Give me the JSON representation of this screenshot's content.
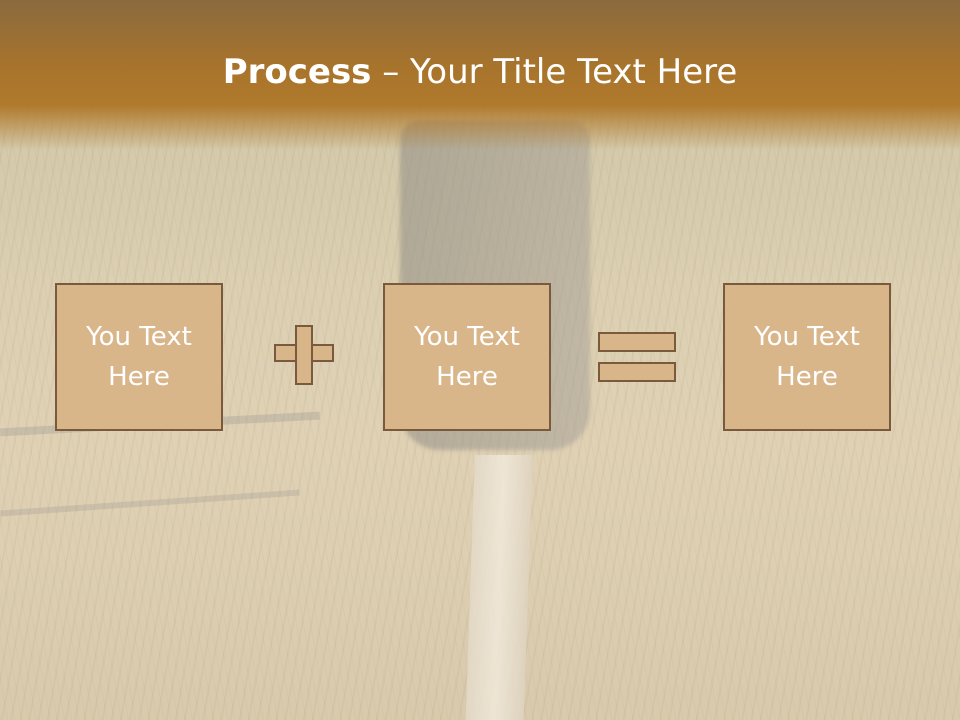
{
  "title": {
    "bold": "Process",
    "rest": " – Your Title Text Here"
  },
  "boxes": [
    {
      "text": "You Text Here"
    },
    {
      "text": "You Text Here"
    },
    {
      "text": "You Text Here"
    }
  ],
  "operators": [
    "plus-icon",
    "equals-icon"
  ],
  "colors": {
    "header": "#a8742c",
    "box_fill": "#d9b58a",
    "box_border": "#7a5a3c",
    "text": "#ffffff"
  }
}
